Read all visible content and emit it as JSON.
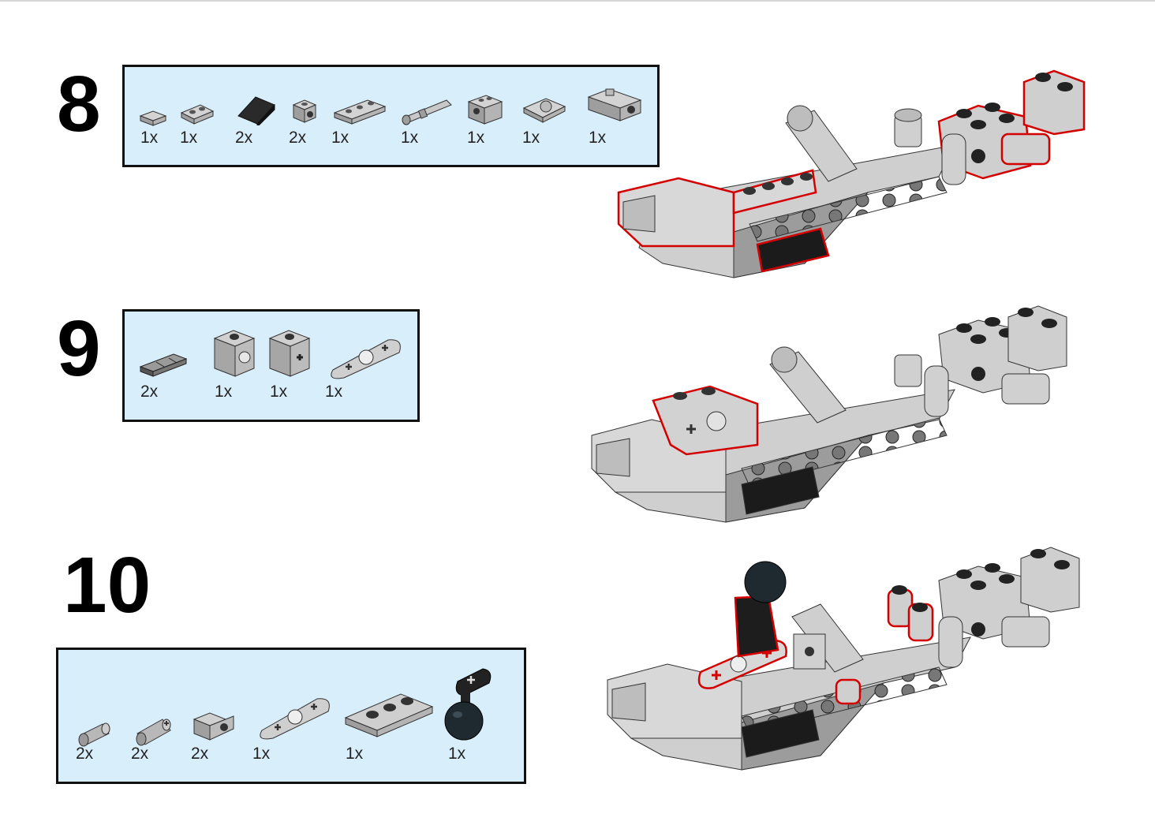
{
  "steps": [
    {
      "number": "8",
      "parts": [
        {
          "icon": "plate-1x1-icon",
          "qty": "1x"
        },
        {
          "icon": "plate-1x2-icon",
          "qty": "1x"
        },
        {
          "icon": "slope-black-icon",
          "qty": "2x"
        },
        {
          "icon": "bracket-1x1-icon",
          "qty": "2x"
        },
        {
          "icon": "plate-1x3-icon",
          "qty": "1x"
        },
        {
          "icon": "technic-axle-pin-icon",
          "qty": "1x"
        },
        {
          "icon": "technic-brick-1x2-icon",
          "qty": "1x"
        },
        {
          "icon": "ball-socket-plate-icon",
          "qty": "1x"
        },
        {
          "icon": "technic-connector-icon",
          "qty": "1x"
        }
      ]
    },
    {
      "number": "9",
      "parts": [
        {
          "icon": "technic-axle-connector-icon",
          "qty": "2x"
        },
        {
          "icon": "technic-brick-1x1-hole-icon",
          "qty": "1x"
        },
        {
          "icon": "technic-brick-1x1-axle-icon",
          "qty": "1x"
        },
        {
          "icon": "technic-beam-3-icon",
          "qty": "1x"
        }
      ]
    },
    {
      "number": "10",
      "parts": [
        {
          "icon": "technic-pin-short-icon",
          "qty": "2x"
        },
        {
          "icon": "technic-pin-axle-icon",
          "qty": "2x"
        },
        {
          "icon": "bracket-1x1-icon",
          "qty": "2x"
        },
        {
          "icon": "technic-beam-3-icon",
          "qty": "1x"
        },
        {
          "icon": "plate-1x3-icon",
          "qty": "1x"
        },
        {
          "icon": "ball-joint-beam-icon",
          "qty": "1x"
        }
      ]
    }
  ],
  "colors": {
    "box_fill": "#d9eefb",
    "part_gray": "#b9b9b9",
    "part_dark": "#1e1e1e",
    "highlight_red": "#d40000"
  }
}
